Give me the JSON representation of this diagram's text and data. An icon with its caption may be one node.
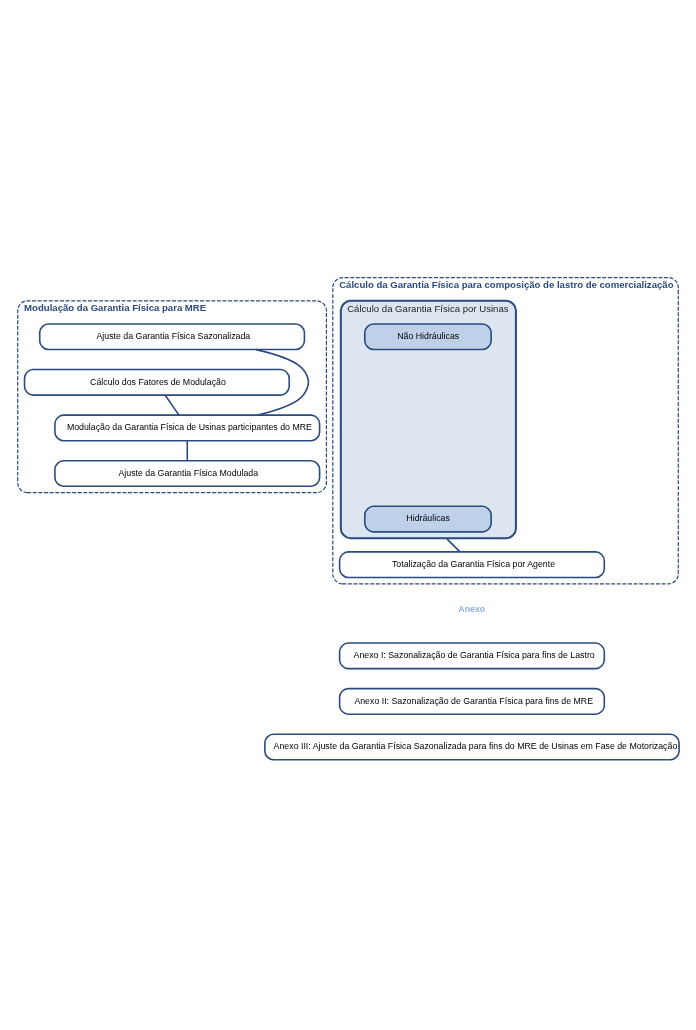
{
  "diagram": {
    "nodes": [
      {
        "text": [
          "Modulação da Garantia Física para MRE"
        ]
      },
      {
        "text": [
          "Ajuste da Garantia Física Sazonalizada"
        ],
        "in": 0
      },
      {
        "text": [
          "Cálculo dos Fatores de Modulação"
        ],
        "in": 0
      },
      {
        "text": [
          "Modulação da Garantia Física de Usinas participantes do MRE"
        ],
        "in": 0
      },
      {
        "text": [
          "Ajuste da Garantia Física Modulada"
        ],
        "in": 0
      },
      {
        "text": [
          "Cálculo da Garantia Física para composição de lastro de comercialização"
        ]
      },
      {
        "text": [
          "Cálculo da Garantia Física por Usinas"
        ],
        "in": 5
      },
      {
        "text": [
          "Hidráulicas"
        ],
        "in": 6
      },
      {
        "text": [
          "Não Hidráulicas"
        ],
        "in": 6
      },
      {
        "text": [
          "Totalização da Garantia Física por Agente"
        ],
        "in": 5
      },
      {
        "text": [
          "Anexo I: Sazonalização de Garantia Física para fins de Lastro"
        ]
      },
      {
        "text": [
          "Anexo II: Sazonalização de Garantia Física para fins de MRE"
        ]
      },
      {
        "text": [
          "Anexo III: Ajuste da Garantia Física Sazonalizada para fins do MRE de Usinas em Fase de Motorização"
        ]
      }
    ],
    "edges": [
      {
        "from": 1,
        "to": 3,
        "arrow": "none"
      },
      {
        "from": 2,
        "to": 3,
        "arrow": "none"
      },
      {
        "from": 3,
        "to": 4,
        "arrow": "none"
      },
      {
        "from": 6,
        "to": 9,
        "arrow": "none"
      }
    ],
    "labels": [
      "Anexo"
    ]
  }
}
